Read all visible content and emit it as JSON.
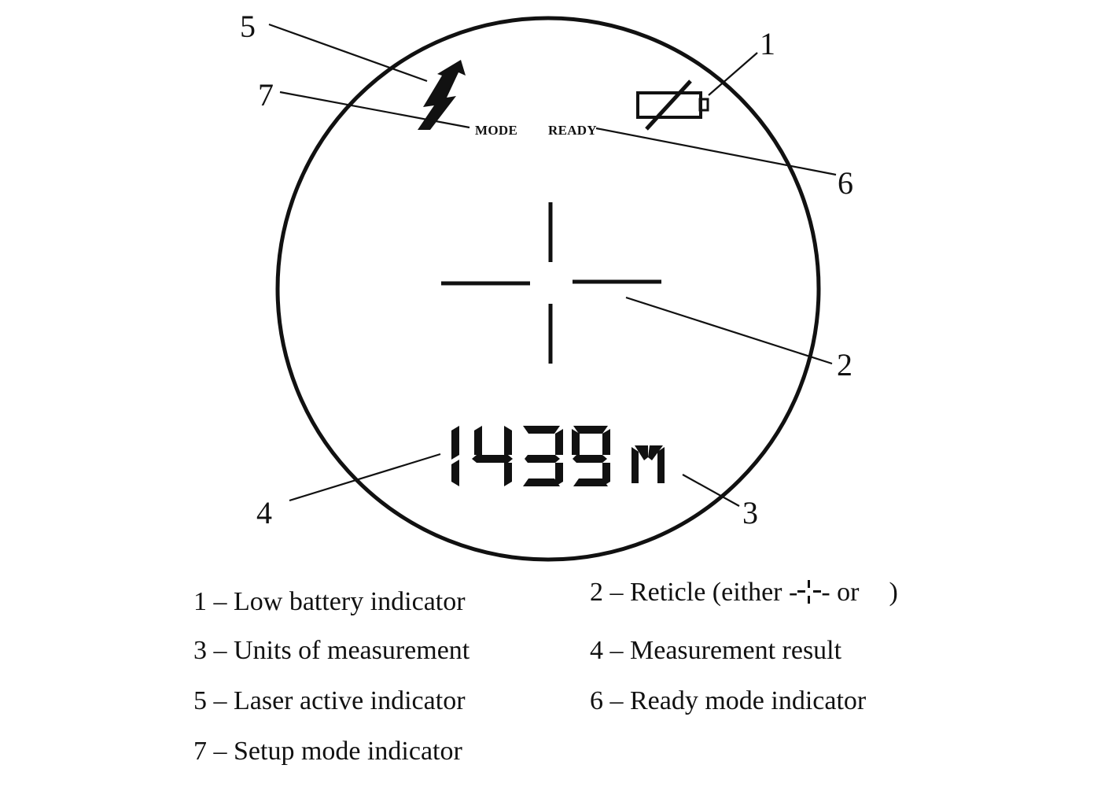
{
  "display": {
    "labels": {
      "mode": "MODE",
      "ready": "READY"
    },
    "measurement": {
      "value": "1439",
      "unit": "M"
    },
    "icons": {
      "laser": "lightning-bolt-icon",
      "battery": "low-battery-icon",
      "reticle": "crosshair-reticle-icon"
    }
  },
  "callouts": [
    {
      "number": "1",
      "target": "low-battery-icon"
    },
    {
      "number": "2",
      "target": "reticle"
    },
    {
      "number": "3",
      "target": "unit"
    },
    {
      "number": "4",
      "target": "measurement"
    },
    {
      "number": "5",
      "target": "laser-icon"
    },
    {
      "number": "6",
      "target": "ready-label"
    },
    {
      "number": "7",
      "target": "mode-label"
    }
  ],
  "legend": {
    "item1": "1 – Low battery indicator",
    "item2_prefix": "2 – Reticle (either -",
    "item2_middle": "- or",
    "item2_suffix": ")",
    "item3": "3 – Units of measurement",
    "item4": "4 – Measurement result",
    "item5": "5 – Laser active indicator",
    "item6": "6 – Ready mode indicator",
    "item7": "7 – Setup mode indicator"
  }
}
